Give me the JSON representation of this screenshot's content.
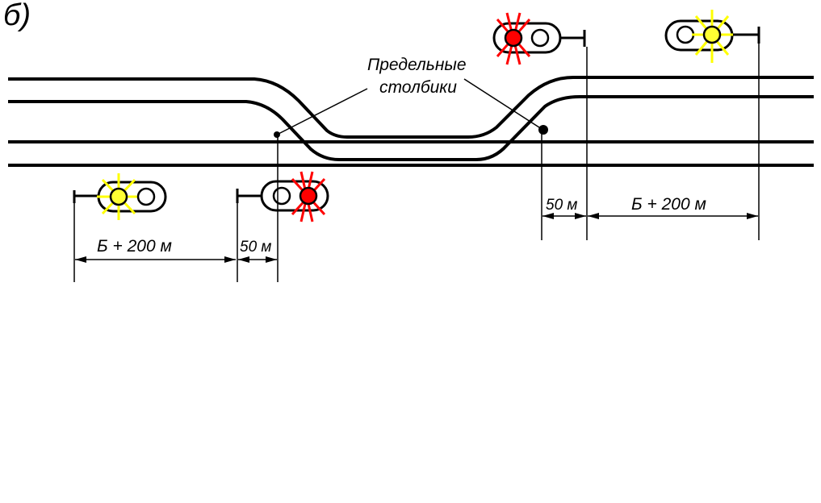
{
  "figure_label": "б)",
  "callout": {
    "line1": "Предельные",
    "line2": "столбики"
  },
  "dimensions": {
    "left_long": "Б + 200 м",
    "left_short": "50 м",
    "right_short": "50 м",
    "right_long": "Б + 200 м"
  },
  "colors": {
    "track": "#000000",
    "red_light": "#ff0000",
    "yellow_light": "#ffff33",
    "red_rays": "#ff0000",
    "yellow_rays": "#ffff00"
  },
  "signals": [
    {
      "id": "signal-lower-left",
      "lit": "yellow",
      "icon": "yellow-signal-icon"
    },
    {
      "id": "signal-lower-mid",
      "lit": "red",
      "icon": "red-signal-icon"
    },
    {
      "id": "signal-upper-mid",
      "lit": "red",
      "icon": "red-signal-icon"
    },
    {
      "id": "signal-upper-right",
      "lit": "yellow",
      "icon": "yellow-signal-icon"
    }
  ]
}
